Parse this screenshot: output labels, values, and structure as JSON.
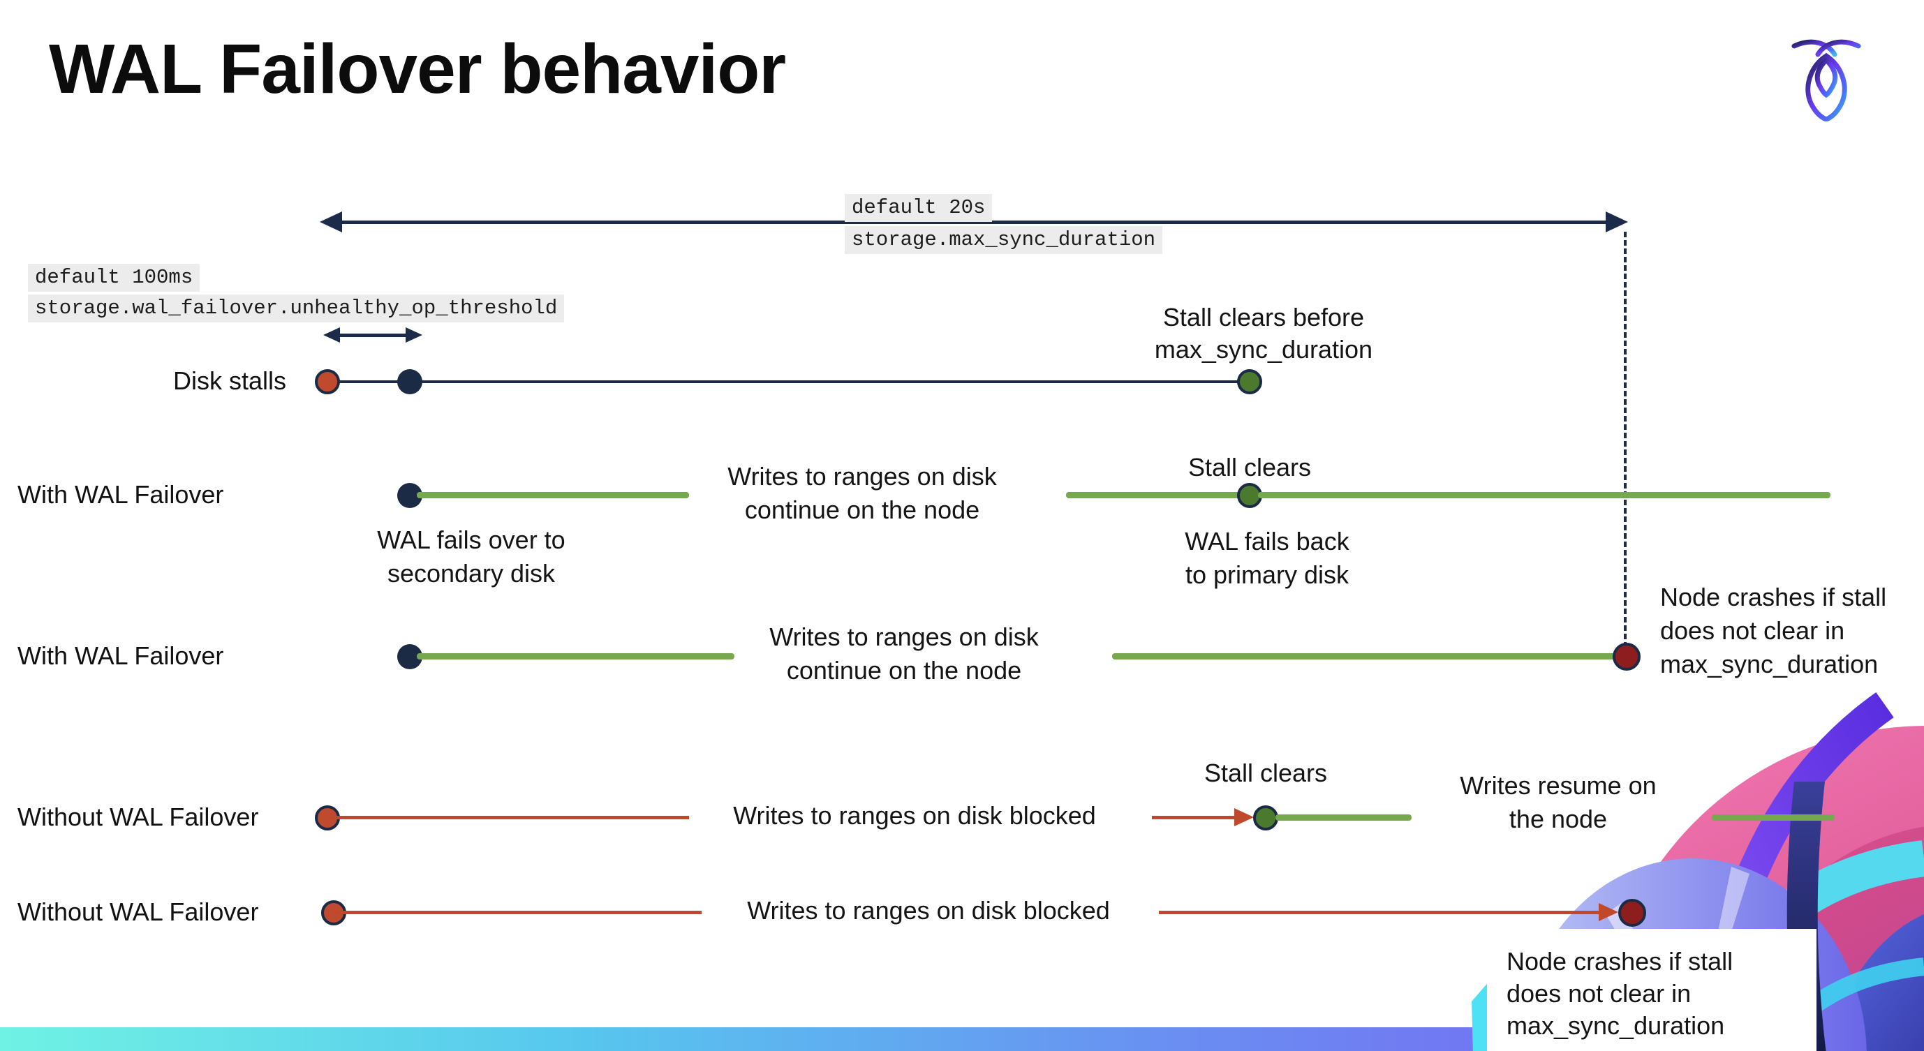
{
  "page": {
    "title": "WAL Failover behavior"
  },
  "icons": {
    "logo": "cockroachdb-mark"
  },
  "palette": {
    "navy": "#1c2b4a",
    "green_line": "#76a84e",
    "green_dot": "#4b7a2e",
    "red_line": "#c0492b",
    "red_dot": "#bf4a2e",
    "maroon_dot": "#8e1d1d",
    "config_label_bg": "#ececec",
    "footer_gradient": [
      "#6ff2e4",
      "#57c7ee",
      "#6a8df2",
      "#7e55f2"
    ]
  },
  "config_labels": {
    "max_sync": {
      "default": "default 20s",
      "setting": "storage.max_sync_duration"
    },
    "unhealthy_op": {
      "default": "default 100ms",
      "setting": "storage.wal_failover.unhealthy_op_threshold"
    }
  },
  "rows": {
    "disk_stalls": {
      "label": "Disk stalls"
    },
    "with_failover_1": {
      "label": "With WAL Failover"
    },
    "with_failover_2": {
      "label": "With WAL Failover"
    },
    "without_failover_1": {
      "label": "Without WAL Failover"
    },
    "without_failover_2": {
      "label": "Without WAL Failover"
    }
  },
  "annotations": {
    "stall_clears_before": {
      "line1": "Stall clears before",
      "line2": "max_sync_duration"
    },
    "wal_fails_over": {
      "line1": "WAL fails over to",
      "line2": "secondary disk"
    },
    "writes_continue": {
      "line1": "Writes to ranges on disk",
      "line2": "continue on the node"
    },
    "stall_clears": "Stall clears",
    "wal_fails_back": {
      "line1": "WAL fails  back",
      "line2": "to primary disk"
    },
    "node_crashes": {
      "line1": "Node crashes if stall",
      "line2": "does not clear in",
      "line3": "max_sync_duration"
    },
    "writes_blocked": "Writes to ranges on disk  blocked",
    "writes_resume": {
      "line1": "Writes resume on",
      "line2": "the node"
    }
  }
}
